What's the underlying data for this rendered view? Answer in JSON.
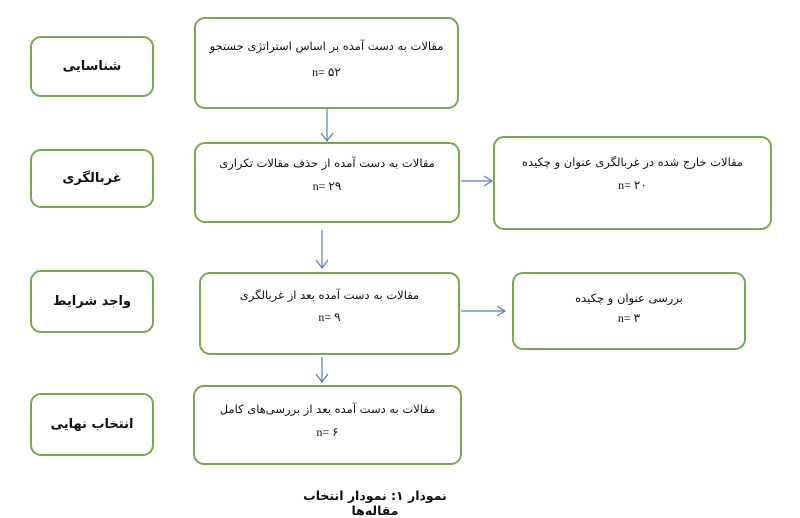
{
  "stages": [
    "شناسایی",
    "غربالگری",
    "واجد شرایط",
    "انتخاب نهایی"
  ],
  "main_boxes": [
    {
      "text": "مقالات به دست آمده بر اساس استراتژی جستجو",
      "n": "n= ۵۲"
    },
    {
      "text": "مقالات به دست آمده از حذف مقالات تکراری",
      "n": "n= ۲۹"
    },
    {
      "text": "مقالات به دست آمده بعد از غربالگری",
      "n": "n= ۹"
    },
    {
      "text": "مقالات به دست آمده بعد از بررسی‌های کامل",
      "n": "n= ۶"
    }
  ],
  "side_boxes": [
    {
      "text": "مقالات خارج شده در غربالگری عنوان و چکیده",
      "n": "n= ۲۰"
    },
    {
      "text": "بررسی عنوان و چکیده",
      "n": "n= ۳"
    }
  ],
  "caption": "نمودار ۱: نمودار انتخاب مقاله‌ها",
  "colors": {
    "border": "#77aa4d",
    "arrow": "#4f7fbf"
  }
}
